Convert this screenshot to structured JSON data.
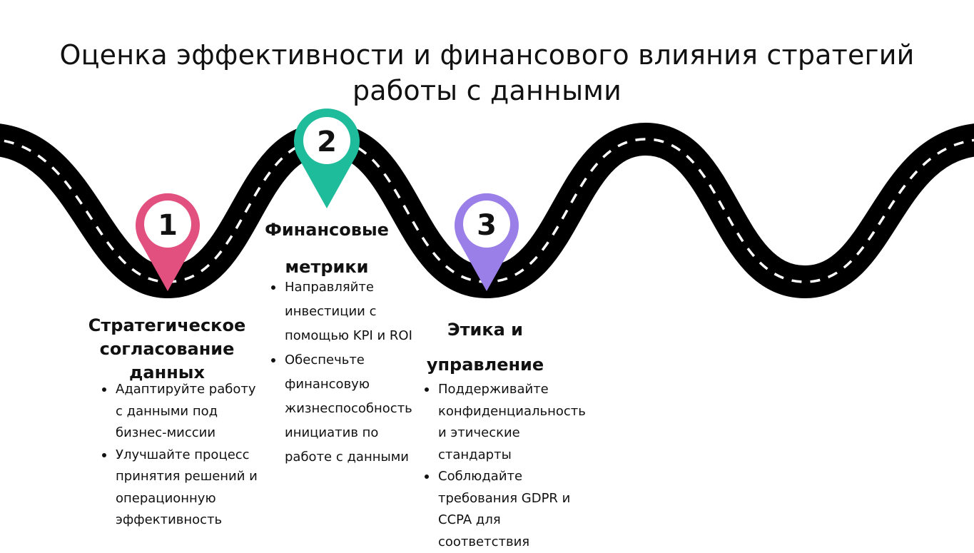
{
  "title": {
    "line1": "Оценка эффективности и финансового влияния стратегий",
    "line2": "работы с данными"
  },
  "colors": {
    "road": "#000000",
    "dash": "#ffffff",
    "pin1": "#e2507f",
    "pin2": "#1fbc9c",
    "pin3": "#9b7fe8"
  },
  "steps": [
    {
      "number": "1",
      "heading": "Стратегическое согласование данных",
      "bullets": [
        "Адаптируйте работу с данными под бизнес-миссии",
        "Улучшайте процесс принятия решений и операционную эффективность"
      ]
    },
    {
      "number": "2",
      "heading": "Финансовые метрики",
      "bullets": [
        "Направляйте инвестиции с помощью KPI и ROI",
        "Обеспечьте финансовую жизнеспособность инициатив по работе с данными"
      ]
    },
    {
      "number": "3",
      "heading": "Этика и управление",
      "bullets": [
        "Поддерживайте конфиденциальность и этические стандарты",
        "Соблюдайте требования GDPR и CCPA для соответствия"
      ]
    }
  ]
}
